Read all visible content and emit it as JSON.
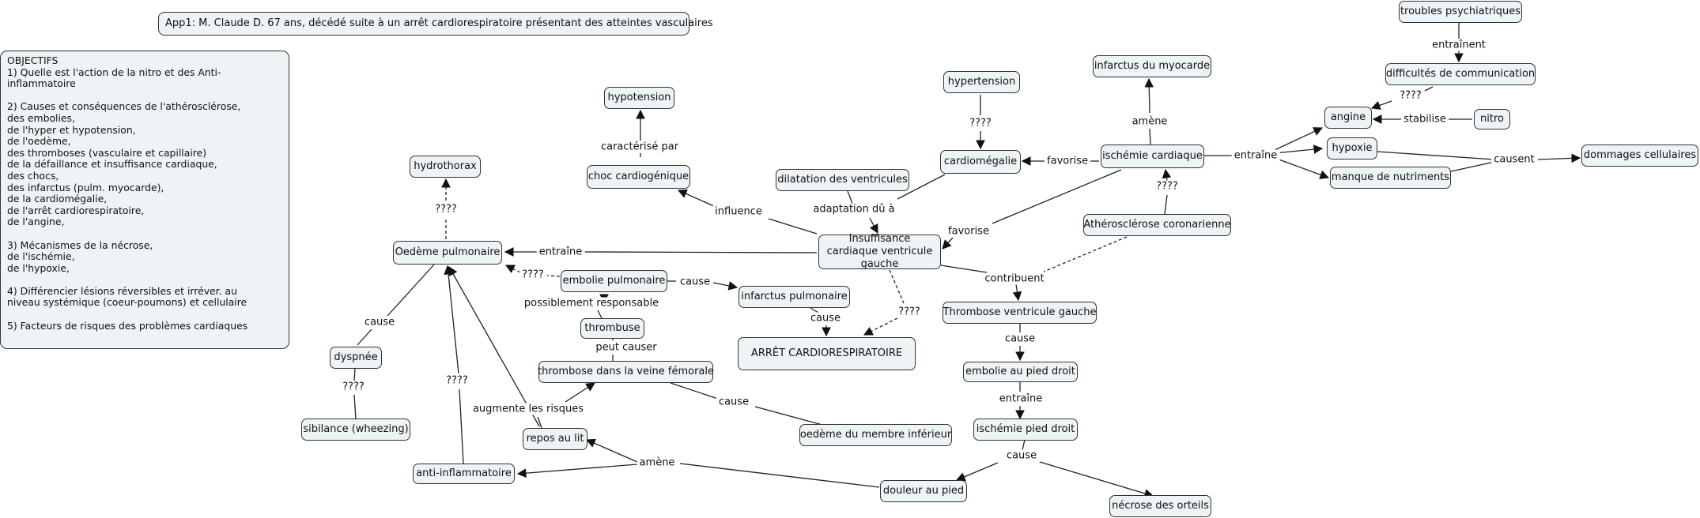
{
  "title_box": "App1: M. Claude D. 67 ans,  décédé suite à un arrêt cardiorespiratoire présentant des atteintes vasculaires",
  "objectives": "OBJECTIFS\n1) Quelle est l'action de la nitro et des Anti-inflammatoire\n\n2) Causes et conséquences de l'athérosclérose,\ndes embolies,\n de l'hyper et hypotension,\nde l'oedème,\ndes thromboses (vasculaire et capillaire)\nde la défaillance et insuffisance cardiaque,\ndes chocs,\ndes infarctus (pulm. myocarde),\nde la cardiomégalie,\nde l'arrêt cardiorespiratoire,\nde l'angine,\n\n3) Mécanismes de la nécrose,\nde l'ischémie,\nde l'hypoxie,\n\n4) Différencier lésions réversibles et irréver.  au\nniveau systémique (coeur-poumons) et cellulaire\n\n5) Facteurs de risques des problèmes cardiaques",
  "concepts": {
    "troubles_psy": "troubles psychiatriques",
    "difficultes_comm": "difficultés de communication",
    "infarctus_myocarde": "infarctus du myocarde",
    "angine": "angine",
    "nitro": "nitro",
    "hypertension": "hypertension",
    "hypoxie": "hypoxie",
    "dommages": "dommages cellulaires",
    "hypotension": "hypotension",
    "cardiomegalie": "cardiomégalie",
    "ischemie_cardiaque": "ischémie cardiaque",
    "manque_nutriments": "manque de nutriments",
    "hydrothorax": "hydrothorax",
    "choc": "choc cardiogénique",
    "dilatation": "dilatation des ventricules",
    "atherosclerose": "Athérosclérose coronarienne",
    "oedeme_pulm": "Oedème pulmonaire",
    "insuffisance": "Insuffisance cardiaque ventricule gauche",
    "embolie_pulm": "embolie pulmonaire",
    "infarctus_pulm": "infarctus pulmonaire",
    "thrombose_vg": "Thrombose ventricule gauche",
    "thrombuse": "thrombuse",
    "arret": "ARRÊT CARDIORESPIRATOIRE",
    "dyspnee": "dyspnée",
    "thrombose_femorale": "thrombose dans la veine fémorale",
    "embolie_pied": "embolie au pied droit",
    "sibilance": "sibilance (wheezing)",
    "repos": "repos au lit",
    "oedeme_membre": "oedème du membre inférieur",
    "ischemie_pied": "ischémie pied droit",
    "anti_inflam": "anti-inflammatoire",
    "douleur_pied": "douleur au pied",
    "necrose": "nécrose des orteils"
  },
  "links": {
    "entrainent": "entraînent",
    "q1": "????",
    "stabilise": "stabilise",
    "amene1": "amène",
    "entraine1": "entraîne",
    "causent": "causent",
    "q2": "????",
    "favorise1": "favorise",
    "caracterise": "caractérisé par",
    "q3": "????",
    "influence": "influence",
    "adaptation": "adaptation dû à",
    "favorise2": "favorise",
    "entraine2": "entraîne",
    "q4": "????",
    "q5": "????",
    "cause1": "cause",
    "possiblement": "possiblement responsable",
    "contribuent": "contribuent",
    "cause2": "cause",
    "q6": "????",
    "peut_causer": "peut causer",
    "cause3": "cause",
    "cause4": "cause",
    "q7": "????",
    "q8": "????",
    "entraine3": "entraîne",
    "augmente": "augmente les risques",
    "cause5": "cause",
    "cause6": "cause",
    "amene2": "amène"
  }
}
